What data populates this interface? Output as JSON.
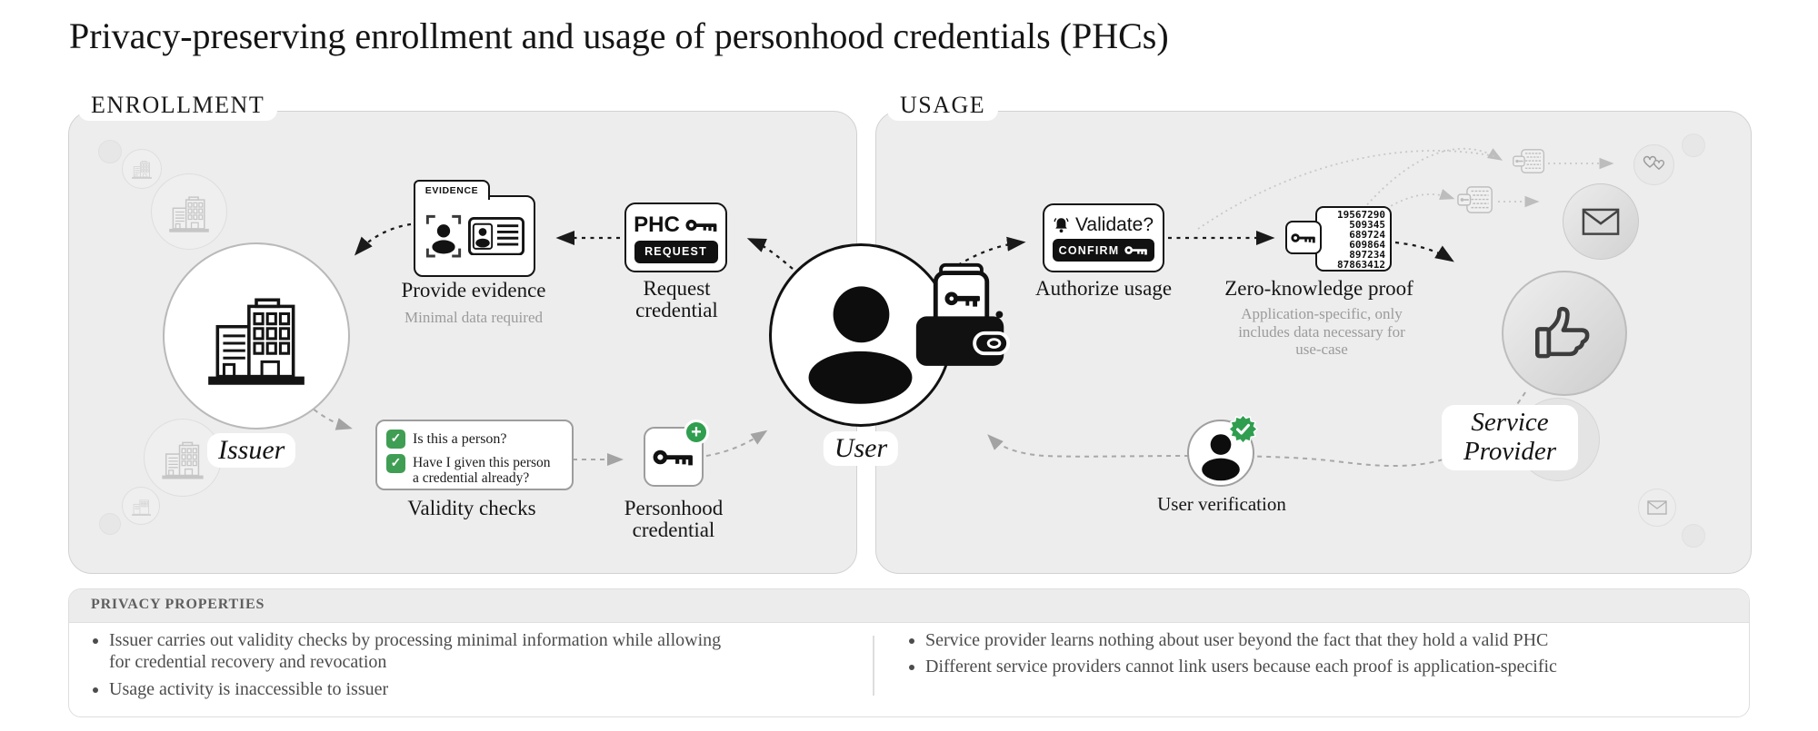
{
  "title": "Privacy-preserving enrollment and usage of personhood credentials (PHCs)",
  "colors": {
    "accent_green": "#3b9e51",
    "panel_bg": "#ededed",
    "panel_border": "#d2d2d2",
    "muted_text": "#9b9b9b",
    "ink": "#161616"
  },
  "icons": {
    "checkmark": "✓",
    "plus": "+"
  },
  "enrollment": {
    "label": "ENROLLMENT",
    "issuer": {
      "label": "Issuer"
    },
    "provide_evidence": {
      "tab": "EVIDENCE",
      "label": "Provide evidence",
      "sublabel": "Minimal data required"
    },
    "request_credential": {
      "box_title": "PHC",
      "button": "REQUEST",
      "label": "Request credential"
    },
    "validity_checks": {
      "label": "Validity checks",
      "items": [
        "Is this a person?",
        "Have I given this person a credential already?"
      ]
    },
    "personhood_credential": {
      "label": "Personhood credential"
    }
  },
  "user": {
    "label": "User"
  },
  "usage": {
    "label": "USAGE",
    "authorize": {
      "box_title": "Validate?",
      "button": "CONFIRM",
      "label": "Authorize usage"
    },
    "zk_proof": {
      "label": "Zero-knowledge proof",
      "sublabel": "Application-specific, only includes data necessary for use-case",
      "numbers": [
        "19567290",
        "509345",
        "689724",
        "609864",
        "897234",
        "87863412"
      ]
    },
    "user_verification": {
      "label": "User verification"
    },
    "service_provider": {
      "label": "Service Provider"
    }
  },
  "privacy": {
    "header": "PRIVACY PROPERTIES",
    "left": [
      "Issuer carries out validity checks by processing minimal information while allowing for credential recovery and revocation",
      "Usage activity is inaccessible to issuer"
    ],
    "right": [
      "Service provider learns nothing about user beyond the fact that they hold a valid PHC",
      "Different service providers cannot link users because each proof is application-specific"
    ]
  }
}
